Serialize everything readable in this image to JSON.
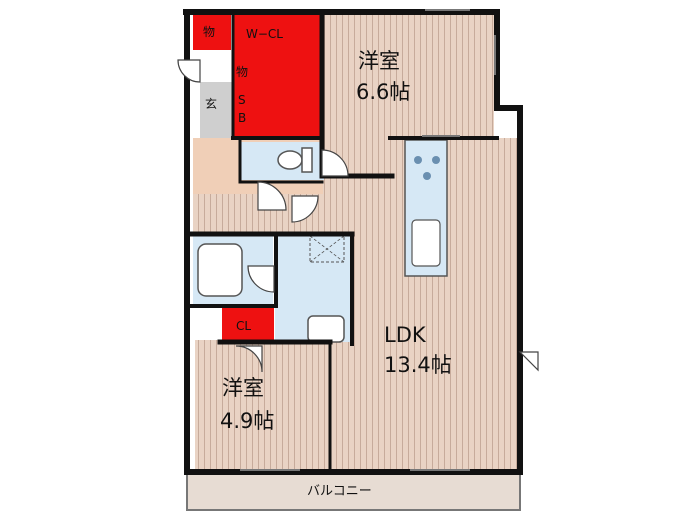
{
  "floorplan": {
    "rooms": {
      "western_room_1": {
        "name": "洋室",
        "size": "6.6帖"
      },
      "western_room_2": {
        "name": "洋室",
        "size": "4.9帖"
      },
      "ldk": {
        "name": "LDK",
        "size": "13.4帖"
      }
    },
    "storage": {
      "walk_in_closet": "W−CL",
      "storage_top": "物",
      "storage_small": "物",
      "shoe_box_1": "S",
      "shoe_box_2": "B",
      "closet": "CL"
    },
    "entrance": "玄",
    "balcony": "バルコニー"
  },
  "colors": {
    "wall": "#111111",
    "wood_floor": "#e9d3c4",
    "wood_stripe": "#c7ab9b",
    "storage_red": "#ee1111",
    "wet_area": "#d6e8f5",
    "hall_floor": "#f0cfb7",
    "balcony": "#e7dcd3",
    "entrance_gray": "#cfcfcf"
  }
}
